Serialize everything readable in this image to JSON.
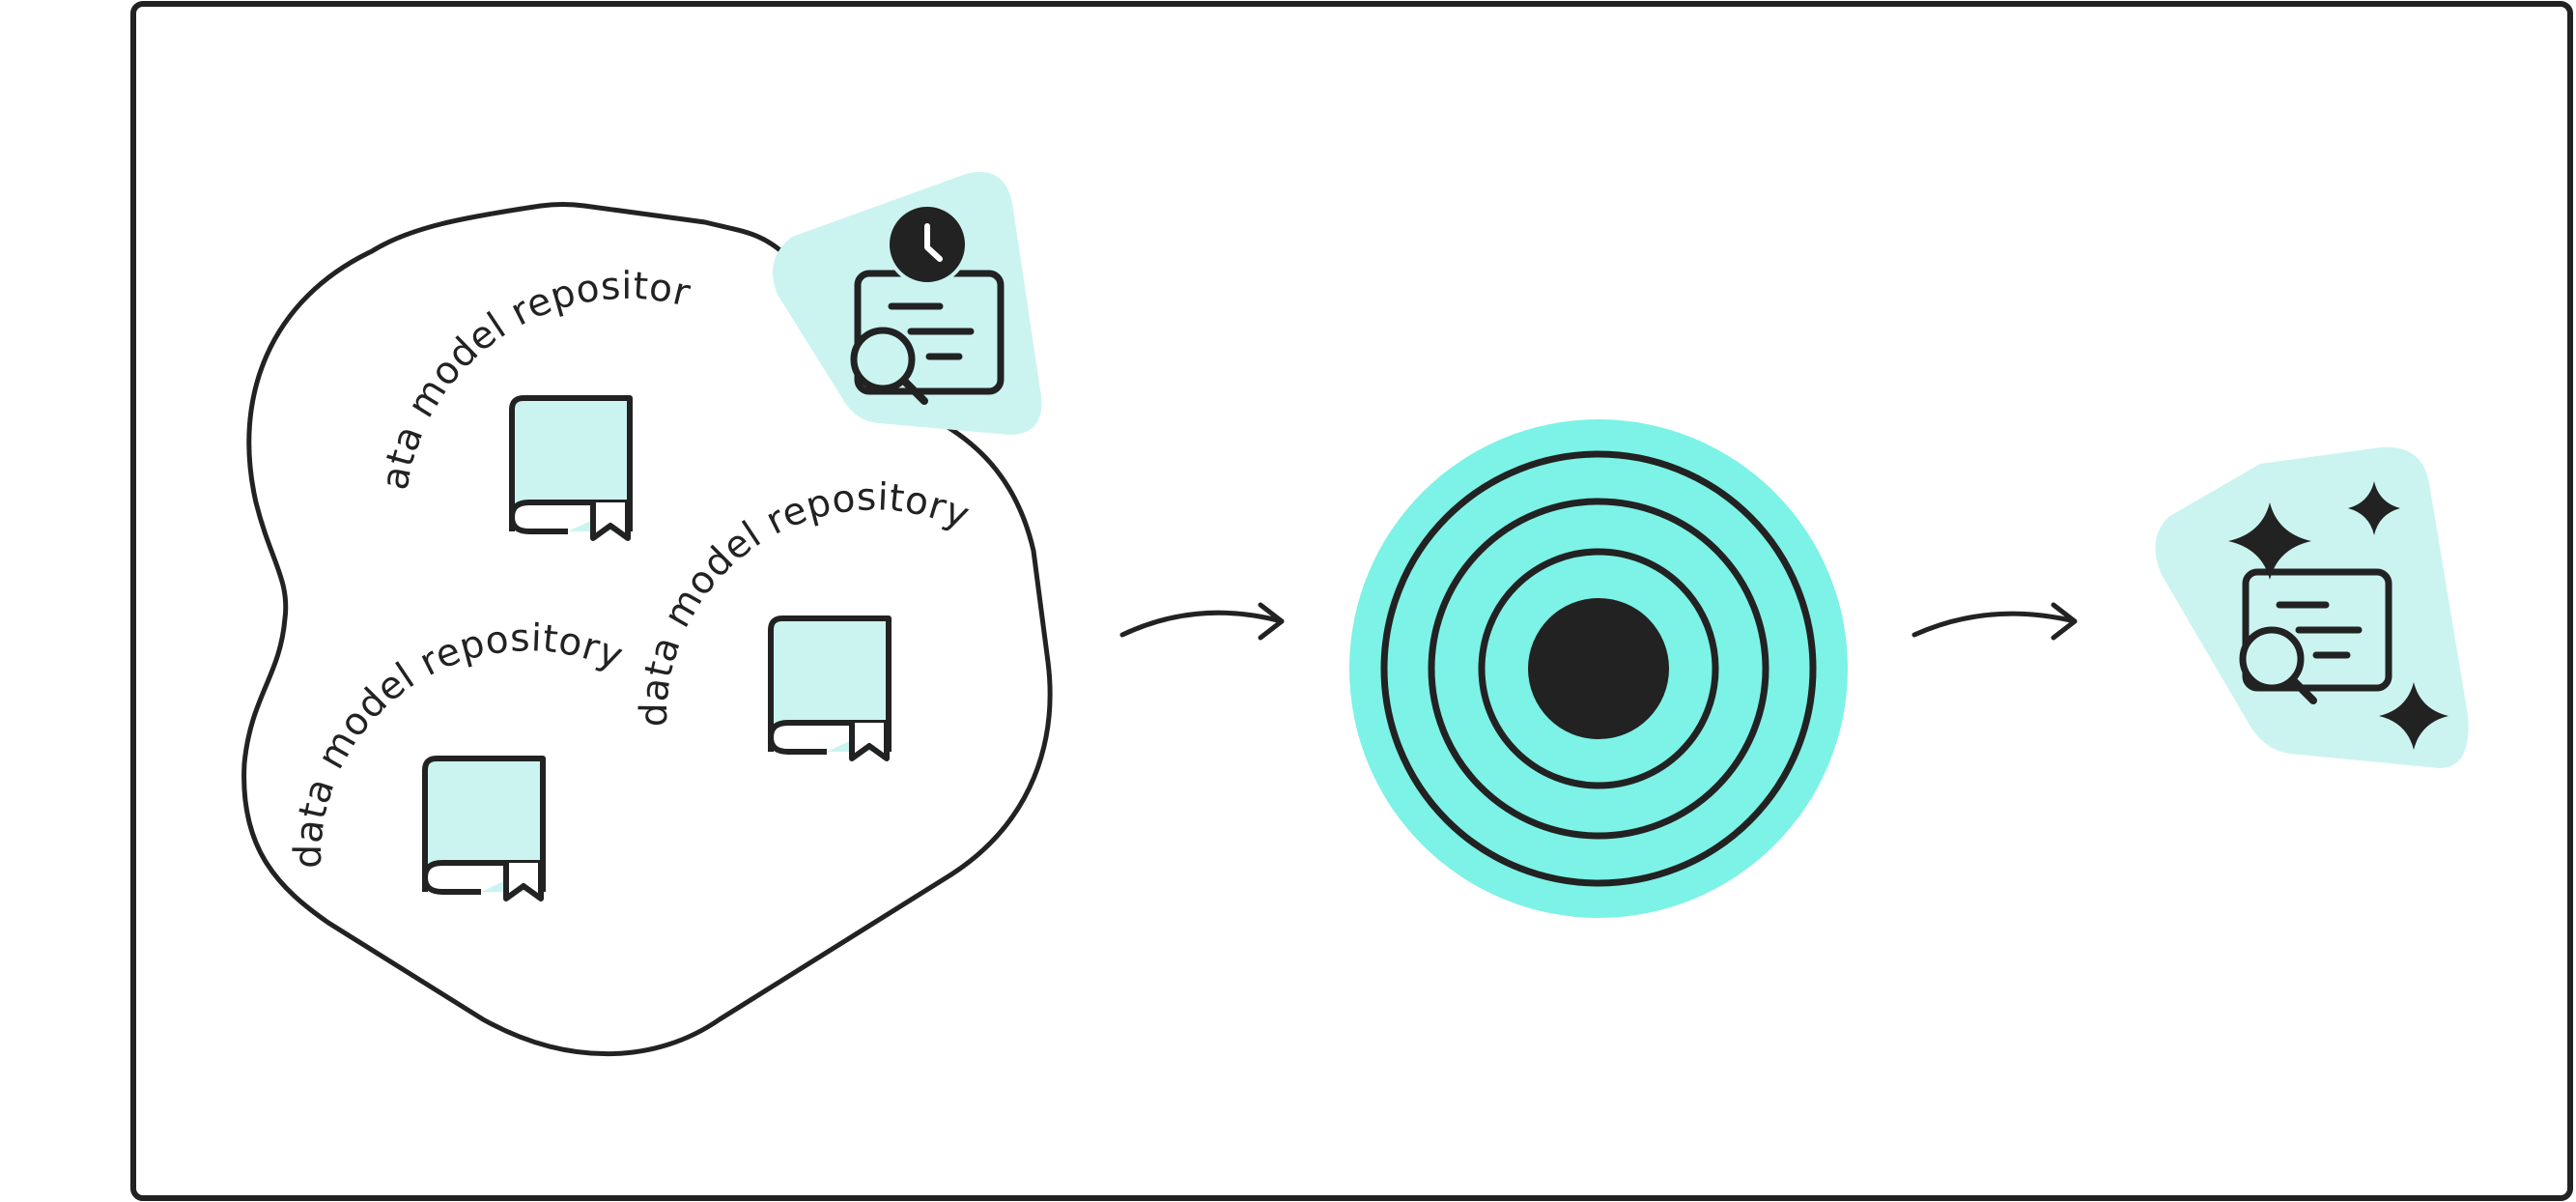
{
  "diagram": {
    "repositories": [
      {
        "label": "data model repository"
      },
      {
        "label": "data model repository"
      },
      {
        "label": "data model repository"
      }
    ],
    "icons": {
      "search_history": "document-search-clock-icon",
      "repository": "book-icon",
      "model_core": "concentric-target-icon",
      "search_results": "document-search-sparkle-icon",
      "arrow": "curved-arrow-right-icon"
    }
  },
  "colors": {
    "outline": "#222222",
    "light_teal": "#cbf4f1",
    "bright_teal": "#7df2e6",
    "background": "#ffffff"
  }
}
